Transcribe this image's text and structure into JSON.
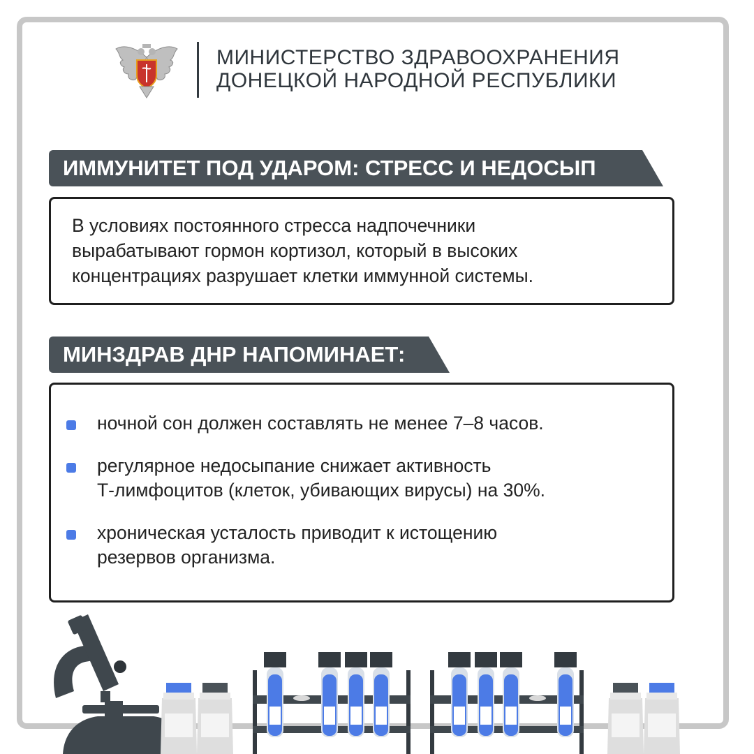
{
  "header": {
    "title_line1": "МИНИСТЕРСТВО ЗДРАВООХРАНЕНИЯ",
    "title_line2": "ДОНЕЦКОЙ НАРОДНОЙ РЕСПУБЛИКИ",
    "emblem_icon": "coat-of-arms-icon"
  },
  "section1": {
    "heading": "ИММУНИТЕТ ПОД УДАРОМ: СТРЕСС И НЕДОСЫП",
    "text_line1": "В условиях постоянного стресса надпочечники",
    "text_line2": "вырабатывают гормон кортизол, который в высоких",
    "text_line3": "концентрациях разрушает клетки иммунной системы."
  },
  "section2": {
    "heading": "МИНЗДРАВ ДНР НАПОМИНАЕТ:",
    "items": [
      {
        "line1": "ночной сон должен составлять не менее 7–8 часов.",
        "line2": ""
      },
      {
        "line1": "регулярное недосыпание снижает активность",
        "line2": "Т-лимфоцитов (клеток, убивающих вирусы) на 30%."
      },
      {
        "line1": "хроническая усталость приводит к истощению",
        "line2": "резервов организма."
      }
    ]
  },
  "colors": {
    "banner": "#4a5258",
    "bullet": "#4c7be6",
    "frame": "#c7c7c7",
    "text": "#222222"
  },
  "illustration_icons": [
    "microscope-icon",
    "vial-icon",
    "test-tube-rack-icon"
  ]
}
